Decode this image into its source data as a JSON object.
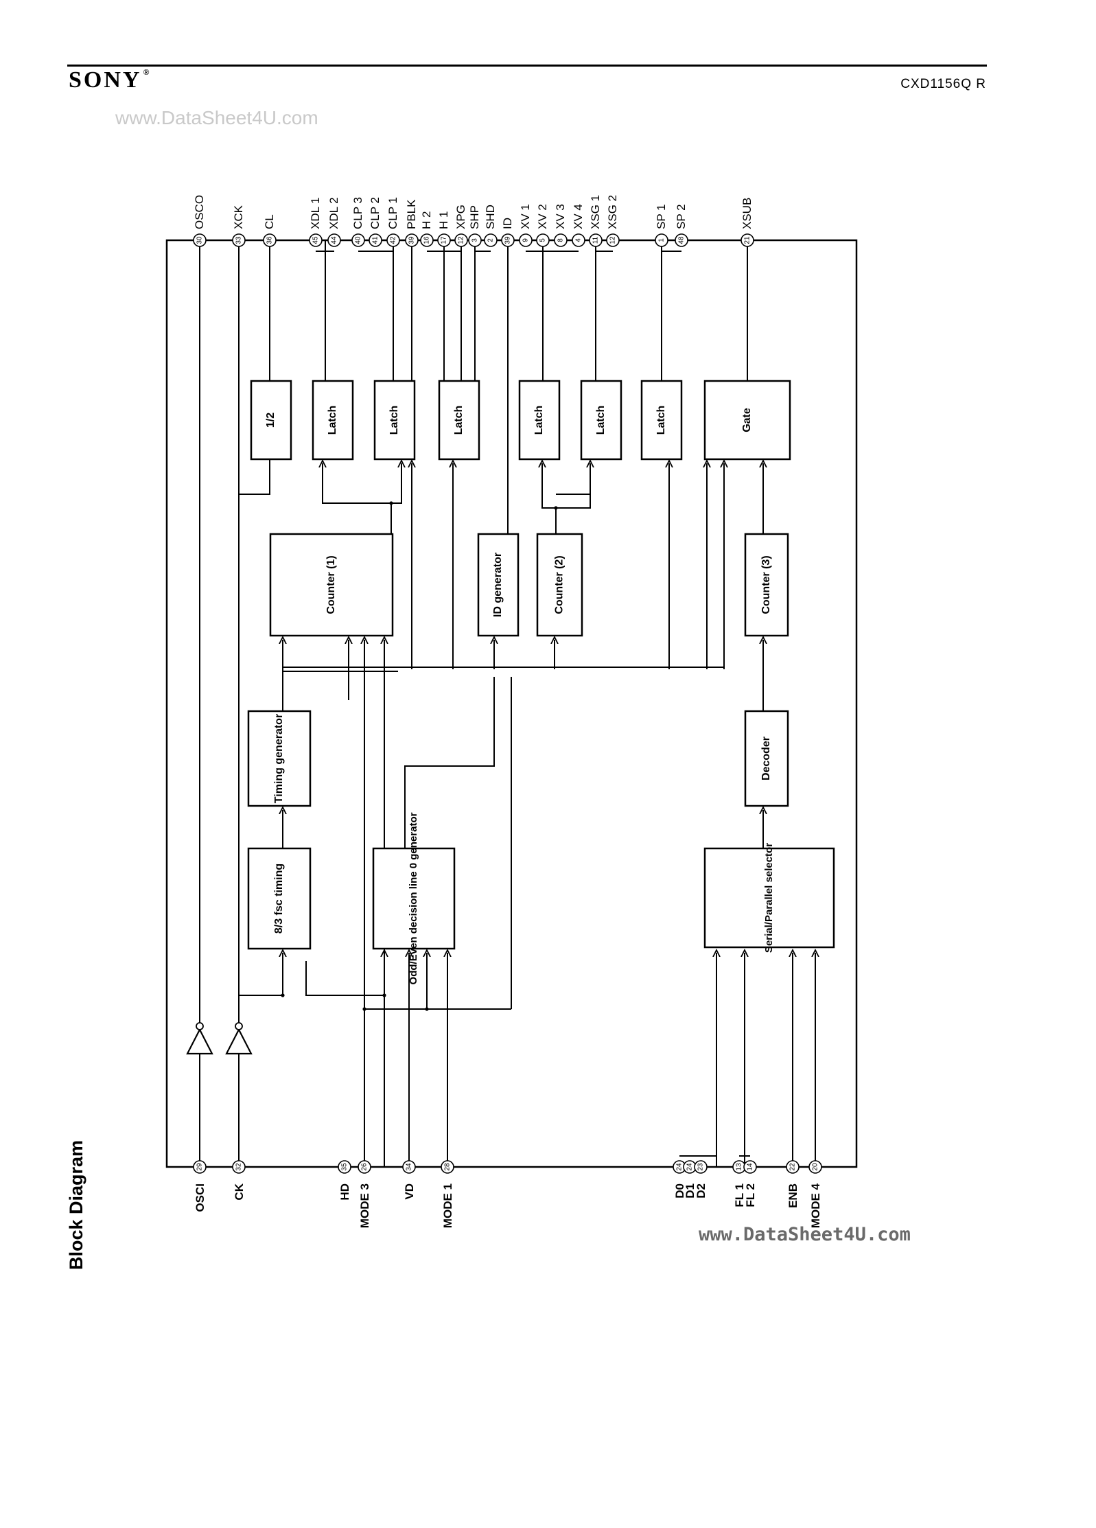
{
  "header": {
    "brand": "SONY",
    "brand_mark": "®",
    "part_number": "CXD1156Q R",
    "watermark_top": "www.DataSheet4U.com",
    "watermark_bottom": "www.DataSheet4U.com"
  },
  "section_title": "Block Diagram",
  "blocks": [
    {
      "id": "div2",
      "label": "1/2"
    },
    {
      "id": "latch_a",
      "label": "Latch"
    },
    {
      "id": "latch_b",
      "label": "Latch"
    },
    {
      "id": "latch_c",
      "label": "Latch"
    },
    {
      "id": "latch_d",
      "label": "Latch"
    },
    {
      "id": "latch_e",
      "label": "Latch"
    },
    {
      "id": "latch_f",
      "label": "Latch"
    },
    {
      "id": "gate",
      "label": "Gate"
    },
    {
      "id": "counter1",
      "label": "Counter (1)"
    },
    {
      "id": "idgen",
      "label": "ID generator"
    },
    {
      "id": "counter2",
      "label": "Counter (2)"
    },
    {
      "id": "counter3",
      "label": "Counter (3)"
    },
    {
      "id": "timing",
      "label": "Timing generator"
    },
    {
      "id": "fsc",
      "label": "8/3 fsc timing"
    },
    {
      "id": "oddeven",
      "label": "Odd/Even decision line 0 generator"
    },
    {
      "id": "decoder",
      "label": "Decoder"
    },
    {
      "id": "serpar",
      "label": "Serial/Parallel selector"
    }
  ],
  "top_pins": [
    {
      "num": "30",
      "name": "OSCO"
    },
    {
      "num": "33",
      "name": "XCK"
    },
    {
      "num": "36",
      "name": "CL"
    },
    {
      "num": "45",
      "name": "XDL 1"
    },
    {
      "num": "44",
      "name": "XDL 2"
    },
    {
      "num": "40",
      "name": "CLP 3"
    },
    {
      "num": "41",
      "name": "CLP 2"
    },
    {
      "num": "42",
      "name": "CLP 1"
    },
    {
      "num": "39",
      "name": "PBLK"
    },
    {
      "num": "16",
      "name": "H 2"
    },
    {
      "num": "17",
      "name": "H 1"
    },
    {
      "num": "12",
      "name": "XPG"
    },
    {
      "num": "3",
      "name": "SHP"
    },
    {
      "num": "2",
      "name": "SHD"
    },
    {
      "num": "39",
      "name": "ID"
    },
    {
      "num": "9",
      "name": "XV 1"
    },
    {
      "num": "5",
      "name": "XV 2"
    },
    {
      "num": "8",
      "name": "XV 3"
    },
    {
      "num": "4",
      "name": "XV 4"
    },
    {
      "num": "11",
      "name": "XSG 1"
    },
    {
      "num": "12",
      "name": "XSG 2"
    },
    {
      "num": "1",
      "name": "SP 1"
    },
    {
      "num": "48",
      "name": "SP 2"
    },
    {
      "num": "21",
      "name": "XSUB"
    }
  ],
  "bottom_pins": [
    {
      "num": "29",
      "name": "OSCI"
    },
    {
      "num": "32",
      "name": "CK"
    },
    {
      "num": "35",
      "name": "HD"
    },
    {
      "num": "26",
      "name": "MODE 3"
    },
    {
      "num": "34",
      "name": "VD"
    },
    {
      "num": "28",
      "name": "MODE 1"
    },
    {
      "num": "24",
      "name": "D0"
    },
    {
      "num": "24",
      "name": "D1"
    },
    {
      "num": "23",
      "name": "D2"
    },
    {
      "num": "13",
      "name": "FL 1"
    },
    {
      "num": "14",
      "name": "FL 2"
    },
    {
      "num": "22",
      "name": "ENB"
    },
    {
      "num": "20",
      "name": "MODE 4"
    }
  ]
}
